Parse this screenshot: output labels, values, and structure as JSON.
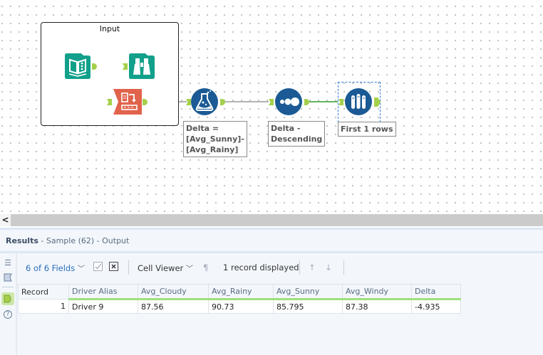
{
  "workflow": {
    "container_title": "Input",
    "tools": [
      {
        "name": "input-data-tool",
        "icon": "book-icon",
        "color": "#12a08a"
      },
      {
        "name": "browse-tool",
        "icon": "binoculars-icon",
        "color": "#12a08a"
      },
      {
        "name": "select-tool",
        "icon": "select-records-icon",
        "color": "#e1634c"
      },
      {
        "name": "formula-tool",
        "icon": "flask-icon",
        "color": "#1b5a94"
      },
      {
        "name": "sort-tool",
        "icon": "dots-icon",
        "color": "#1b5a94"
      },
      {
        "name": "sample-tool",
        "icon": "test-tubes-icon",
        "color": "#1b5a94"
      }
    ],
    "annotations": {
      "formula": [
        "Delta =",
        "[Avg_Sunny]-",
        "[Avg_Rainy]"
      ],
      "sort": [
        "Delta -",
        "Descending"
      ],
      "sample": "First 1 rows"
    }
  },
  "scrollbar": {
    "left_arrow": "<"
  },
  "results": {
    "title": "Results",
    "subtitle": " - Sample (62) - Output",
    "toolbar": {
      "fields": "6 of 6 Fields",
      "cell_viewer": "Cell Viewer",
      "records": "1 record displayed"
    },
    "columns": [
      "Record",
      "Driver Alias",
      "Avg_Cloudy",
      "Avg_Rainy",
      "Avg_Sunny",
      "Avg_Windy",
      "Delta"
    ],
    "rows": [
      [
        "1",
        "Driver 9",
        "87.56",
        "90.73",
        "85.795",
        "87.38",
        "-4.935"
      ]
    ]
  },
  "colors": {
    "accent_green": "#a5d04b",
    "link_blue": "#2a6ebb"
  }
}
